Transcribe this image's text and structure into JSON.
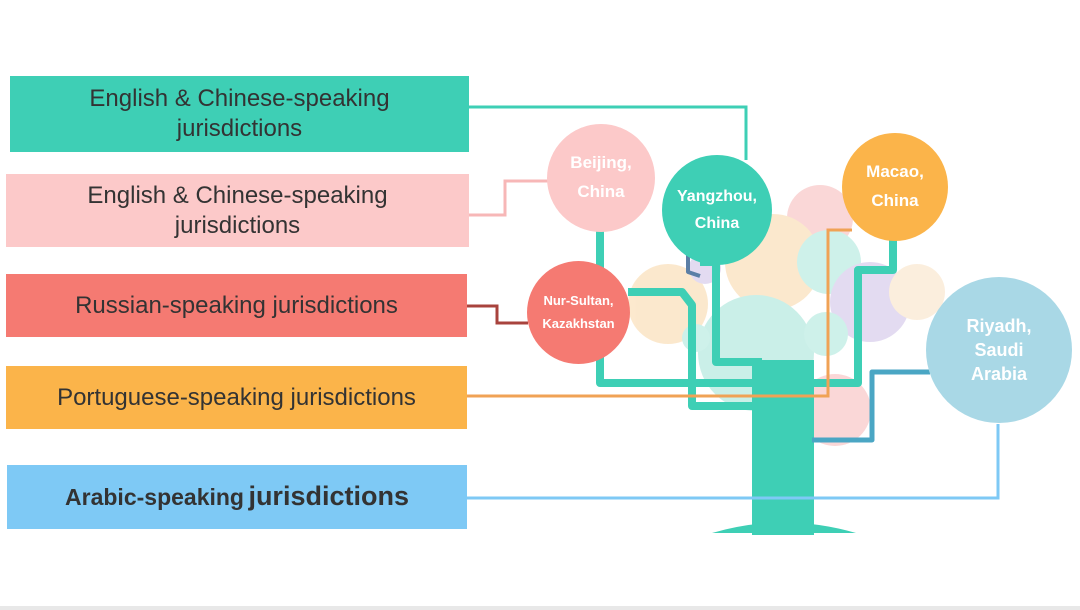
{
  "jurisdictions": [
    {
      "label": "English & Chinese-speaking jurisdictions",
      "color": "#3ecfb5"
    },
    {
      "label": "English & Chinese-speaking jurisdictions",
      "color": "#fcc9c9"
    },
    {
      "label": "Russian-speaking jurisdictions",
      "color": "#f57a72"
    },
    {
      "label": "Portuguese-speaking jurisdictions",
      "color": "#fbb44a"
    },
    {
      "label": "Arabic-speaking jurisdictions",
      "label_a": "Arabic-speaking",
      "label_b": "jurisdictions",
      "color": "#7ec9f5"
    }
  ],
  "cities": [
    {
      "label": "Beijing, China",
      "color": "#fcc9c9"
    },
    {
      "label": "Yangzhou, China",
      "color": "#3ecfb5"
    },
    {
      "label": "Macao, China",
      "color": "#fbb44a"
    },
    {
      "label": "Nur-Sultan, Kazakhstan",
      "color": "#f57a72"
    },
    {
      "label": "Riyadh, Saudi Arabia",
      "color": "#a9d8e6"
    }
  ],
  "tree_color": "#3ecfb5"
}
